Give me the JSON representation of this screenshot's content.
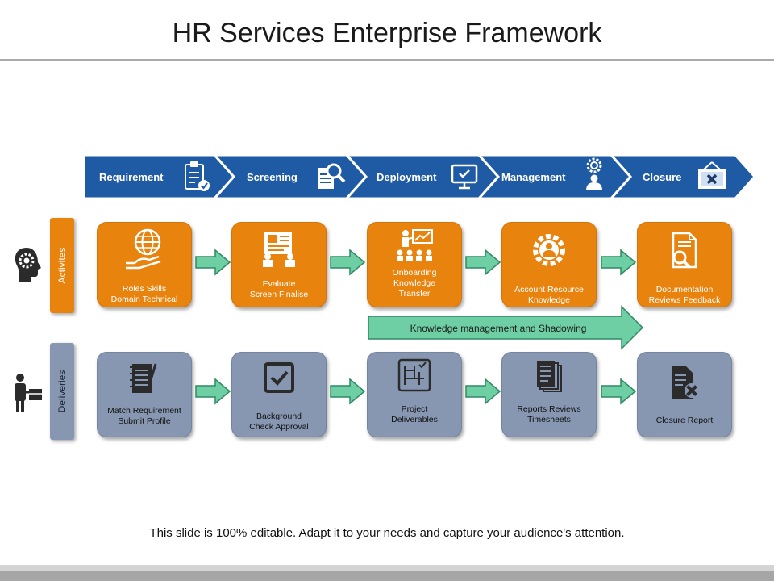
{
  "title": "HR Services Enterprise Framework",
  "colors": {
    "chevron": "#1f5aa5",
    "activity": "#e8830e",
    "deliverable": "#8797b1",
    "flow_arrow": "#6fcfa4"
  },
  "phases": [
    {
      "label": "Requirement",
      "icon": "clipboard-check-icon"
    },
    {
      "label": "Screening",
      "icon": "document-search-icon"
    },
    {
      "label": "Deployment",
      "icon": "monitor-check-icon"
    },
    {
      "label": "Management",
      "icon": "gear-person-icon"
    },
    {
      "label": "Closure",
      "icon": "closed-sign-icon"
    }
  ],
  "side_labels": {
    "activities": "Activites",
    "deliverables": "Deliveries"
  },
  "activities": [
    {
      "text": "Roles Skills\nDomain Technical",
      "icon": "hand-globe-icon"
    },
    {
      "text": "Evaluate\nScreen Finalise",
      "icon": "presentation-board-icon"
    },
    {
      "text": "Onboarding\nKnowledge\nTransfer",
      "icon": "training-session-icon"
    },
    {
      "text": "Account Resource\nKnowledge",
      "icon": "gear-person-icon"
    },
    {
      "text": "Documentation\nReviews Feedback",
      "icon": "document-magnifier-icon"
    }
  ],
  "knowledge_arrow": "Knowledge management and Shadowing",
  "deliverables": [
    {
      "text": "Match Requirement\nSubmit Profile",
      "icon": "notepad-pen-icon"
    },
    {
      "text": "Background\nCheck Approval",
      "icon": "checkbox-icon"
    },
    {
      "text": "Project\nDeliverables",
      "icon": "blueprint-icon"
    },
    {
      "text": "Reports Reviews\nTimesheets",
      "icon": "stacked-documents-icon"
    },
    {
      "text": "Closure Report",
      "icon": "document-x-icon"
    }
  ],
  "footer": "This slide is 100% editable. Adapt it to your needs and capture your audience's attention."
}
